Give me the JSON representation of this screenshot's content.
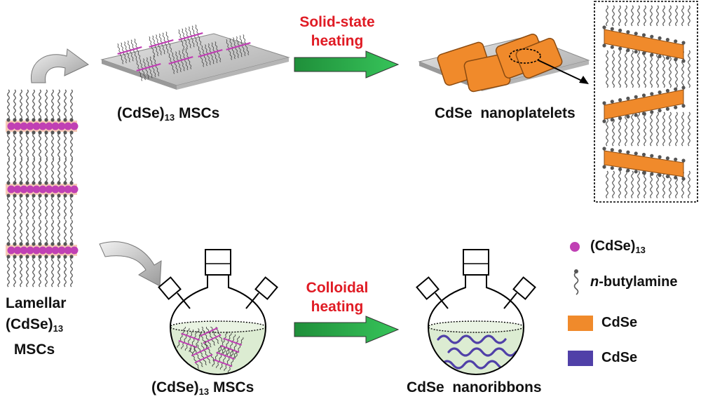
{
  "labels": {
    "lamellar_line1": "Lamellar",
    "lamellar_line2": "(CdSe)",
    "lamellar_line2_sub": "13",
    "lamellar_line3": "MSCs",
    "top_msc": "(CdSe)",
    "top_msc_sub": "13",
    "top_msc_tail": " MSCs",
    "bottom_msc": "(CdSe)",
    "bottom_msc_sub": "13",
    "bottom_msc_tail": " MSCs",
    "nanoplatelets": "CdSe  nanoplatelets",
    "nanoribbons": "CdSe  nanoribbons"
  },
  "process": {
    "solid_line1": "Solid-state",
    "solid_line2": "heating",
    "colloidal_line1": "Colloidal",
    "colloidal_line2": "heating"
  },
  "legend": {
    "cluster_label": "(CdSe)",
    "cluster_sub": "13",
    "amine_prefix": "n",
    "amine_label": "-butylamine",
    "orange_label": "CdSe",
    "purple_label": "CdSe"
  },
  "colors": {
    "cluster": "#c040b4",
    "layer_band": "#f6c9b6",
    "ligand": "#555555",
    "platelet": "#f08a2b",
    "ribbon": "#5040a8",
    "arrow_green": "#2aa84a",
    "label_red": "#e01b24",
    "substrate": "#c8c8c8",
    "liquid": "#dcecd2"
  }
}
